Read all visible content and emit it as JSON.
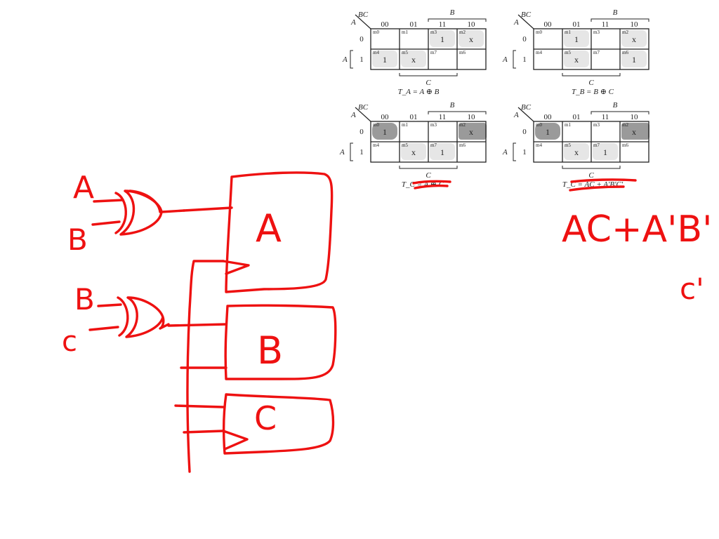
{
  "kmaps": [
    {
      "id": "ta",
      "corner_row": "A",
      "corner_col": "BC",
      "col_headers": [
        "00",
        "01",
        "11",
        "10"
      ],
      "row_headers": [
        "0",
        "1"
      ],
      "b_label": "B",
      "a_label": "A",
      "c_label": "C",
      "minterms": [
        [
          "m0",
          "m1",
          "m3",
          "m2"
        ],
        [
          "m4",
          "m5",
          "m7",
          "m6"
        ]
      ],
      "cells": [
        [
          "",
          "",
          "1",
          "x"
        ],
        [
          "1",
          "x",
          "",
          ""
        ]
      ],
      "equation": "T_A = A ⊕ B"
    },
    {
      "id": "tb",
      "corner_row": "A",
      "corner_col": "BC",
      "col_headers": [
        "00",
        "01",
        "11",
        "10"
      ],
      "row_headers": [
        "0",
        "1"
      ],
      "b_label": "B",
      "a_label": "A",
      "c_label": "C",
      "minterms": [
        [
          "m0",
          "m1",
          "m3",
          "m2"
        ],
        [
          "m4",
          "m5",
          "m7",
          "m6"
        ]
      ],
      "cells": [
        [
          "",
          "1",
          "",
          "x"
        ],
        [
          "",
          "x",
          "",
          "1"
        ]
      ],
      "equation": "T_B = B ⊕ C"
    },
    {
      "id": "tc1",
      "corner_row": "A",
      "corner_col": "BC",
      "col_headers": [
        "00",
        "01",
        "11",
        "10"
      ],
      "row_headers": [
        "0",
        "1"
      ],
      "b_label": "B",
      "a_label": "A",
      "c_label": "C",
      "minterms": [
        [
          "m0",
          "m1",
          "m3",
          "m2"
        ],
        [
          "m4",
          "m5",
          "m7",
          "m6"
        ]
      ],
      "cells": [
        [
          "1",
          "",
          "",
          "x"
        ],
        [
          "",
          "x",
          "1",
          ""
        ]
      ],
      "equation": "T_C = A ⊕ C"
    },
    {
      "id": "tc2",
      "corner_row": "A",
      "corner_col": "BC",
      "col_headers": [
        "00",
        "01",
        "11",
        "10"
      ],
      "row_headers": [
        "0",
        "1"
      ],
      "b_label": "B",
      "a_label": "A",
      "c_label": "C",
      "minterms": [
        [
          "m0",
          "m1",
          "m3",
          "m2"
        ],
        [
          "m4",
          "m5",
          "m7",
          "m6"
        ]
      ],
      "cells": [
        [
          "1",
          "",
          "",
          "x"
        ],
        [
          "",
          "x",
          "1",
          ""
        ]
      ],
      "equation": "T_C = AC + A'B'C'"
    }
  ],
  "handwriting": {
    "input_a": "A",
    "input_b1": "B",
    "input_b2": "B",
    "input_c": "c",
    "ff_a": "A",
    "ff_b": "B",
    "ff_c": "C",
    "expr_line1": "AC+A'B'",
    "expr_line2": "c'"
  },
  "colors": {
    "ink": "#ee1111",
    "grid": "#222222",
    "highlight_light": "#e6e6e6",
    "highlight_dark": "#9a9a9a"
  }
}
